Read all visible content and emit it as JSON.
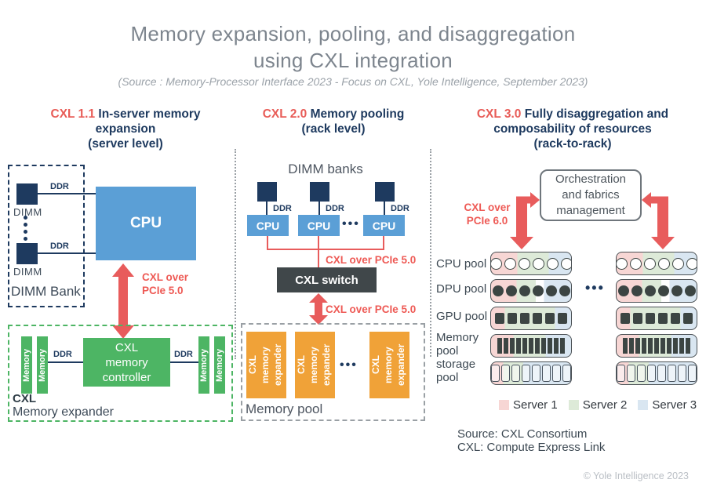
{
  "header": {
    "title": "Memory expansion, pooling, and disaggregation\nusing CXL integration",
    "subtitle": "(Source : Memory-Processor Interface 2023 - Focus on CXL, Yole Intelligence, September 2023)"
  },
  "colors": {
    "accent_red": "#e85c5c",
    "navy": "#1e3a5f",
    "cpu_blue": "#5b9fd6",
    "green": "#4db564",
    "orange": "#f0a238",
    "switch_dark": "#40474a",
    "title_gray": "#7d858e",
    "server1_pink": "#f7d6d4",
    "server2_green": "#ddead8",
    "server3_blue": "#d9e6f1"
  },
  "sections": {
    "s1": {
      "tag": "CXL 1.1",
      "heading": "In-server memory\nexpansion\n(server level)",
      "dimm_bank": "DIMM Bank",
      "dimm": "DIMM",
      "ddr": "DDR",
      "cpu": "CPU",
      "link_label": "CXL over\nPCIe 5.0",
      "memory": "Memory",
      "controller": "CXL\nmemory\ncontroller",
      "expander_title": "CXL",
      "expander_sub": "Memory expander"
    },
    "s2": {
      "tag": "CXL 2.0",
      "heading": "Memory pooling\n(rack level)",
      "dimm_banks": "DIMM banks",
      "ddr": "DDR",
      "cpu": "CPU",
      "cpu_dots": "•••",
      "link_label_top": "CXL over PCIe 5.0",
      "switch": "CXL switch",
      "link_label_bottom": "CXL over PCIe 5.0",
      "expander": "CXL\nmemory\nexpander",
      "pool_label": "Memory pool"
    },
    "s3": {
      "tag": "CXL 3.0",
      "heading": "Fully disaggregation and\ncomposability of resources\n(rack-to-rack)",
      "orchestration": "Orchestration\nand fabrics\nmanagement",
      "link_label": "CXL over\nPCIe 6.0",
      "pool_labels": [
        "CPU pool",
        "DPU pool",
        "GPU pool",
        "Memory pool",
        "storage pool"
      ],
      "rack_dots": "•••",
      "source_line1": "Source: CXL Consortium",
      "source_line2": "CXL: Compute Express Link"
    }
  },
  "rack_rows": [
    {
      "name": "cpu-pool",
      "shape": "circle-outline",
      "count": 6,
      "band": "b1"
    },
    {
      "name": "dpu-pool",
      "shape": "circle-filled",
      "count": 6,
      "band": "b2"
    },
    {
      "name": "gpu-pool",
      "shape": "square",
      "count": 6,
      "band": "b3"
    },
    {
      "name": "memory-pool",
      "shape": "bar",
      "count": 11,
      "band": "b4"
    },
    {
      "name": "storage-pool",
      "shape": "slot",
      "count": 8,
      "band": "b5"
    }
  ],
  "legend": {
    "items": [
      {
        "label": "Server 1",
        "color": "#f7d6d4"
      },
      {
        "label": "Server 2",
        "color": "#ddead8"
      },
      {
        "label": "Server 3",
        "color": "#d9e6f1"
      }
    ]
  },
  "footer": {
    "copyright": "© Yole Intelligence 2023"
  }
}
